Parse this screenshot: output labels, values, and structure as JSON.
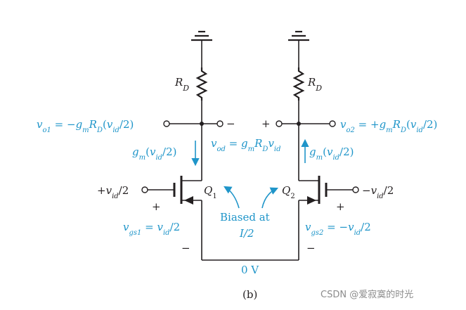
{
  "colors": {
    "ink": "#231f20",
    "accent": "#1f95c9",
    "watermark": "#8c8c8c"
  },
  "labels": {
    "rd_left": "R_D",
    "rd_right": "R_D",
    "vo1": "v_o1 = −g_m R_D(v_id/2)",
    "vo2": "v_o2 = +g_m R_D(v_id/2)",
    "vod": "v_od = g_m R_D v_id",
    "i_left": "g_m(v_id/2)",
    "i_right": "g_m(v_id/2)",
    "vin_left": "+v_id/2",
    "vin_right": "−v_id/2",
    "q1": "Q_1",
    "q2": "Q_2",
    "biased_line1": "Biased at",
    "biased_line2": "I/2",
    "vgs1": "v_gs1 = v_id/2",
    "vgs2": "v_gs2 = −v_id/2",
    "source_node": "0 V",
    "plus": "+",
    "minus": "−",
    "caption": "(b)",
    "watermark": "CSDN @爱寂寞的时光"
  }
}
